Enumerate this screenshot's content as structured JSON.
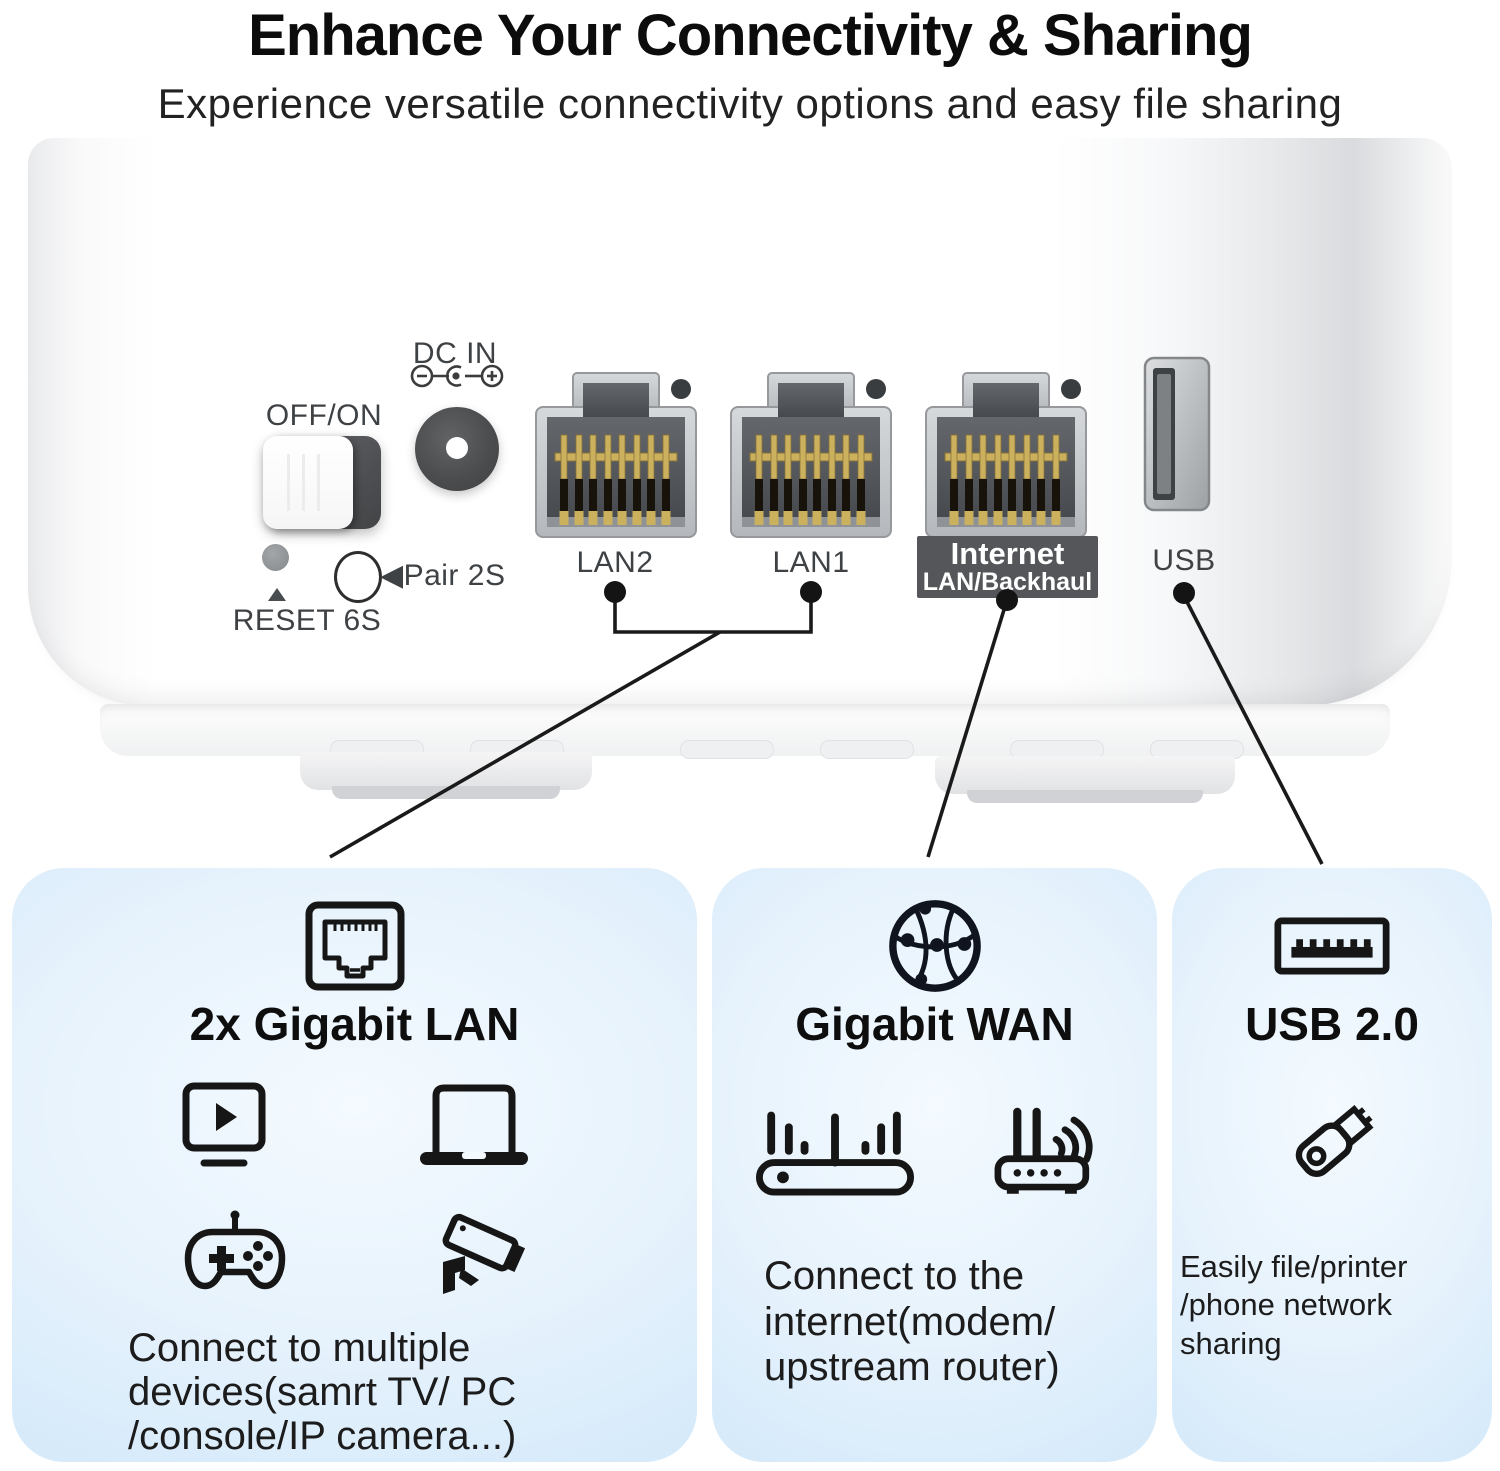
{
  "header": {
    "title": "Enhance Your Connectivity & Sharing",
    "subtitle": "Experience versatile connectivity options and easy file sharing"
  },
  "device_panel": {
    "power_label": "OFF/ON",
    "dc_in_label": "DC IN",
    "reset_label": "RESET 6S",
    "pair_label": "◀Pair 2S",
    "lan2_label": "LAN2",
    "lan1_label": "LAN1",
    "usb_label": "USB",
    "internet_label_line1": "Internet",
    "internet_label_line2": "LAN/Backhaul"
  },
  "cards": [
    {
      "title": "2x Gigabit LAN",
      "main_icon": "ethernet-port-icon",
      "device_icons": [
        "smart-tv-icon",
        "laptop-icon",
        "game-controller-icon",
        "ip-camera-icon"
      ],
      "description": "Connect to multiple\ndevices(samrt TV/ PC\n/console/IP camera...)"
    },
    {
      "title": "Gigabit WAN",
      "main_icon": "globe-network-icon",
      "device_icons": [
        "modem-icon",
        "wireless-router-icon"
      ],
      "description": "Connect to the\ninternet(modem/\nupstream router)"
    },
    {
      "title": "USB 2.0",
      "main_icon": "usb-port-icon",
      "device_icons": [
        "usb-flash-drive-icon"
      ],
      "description": "Easily file/printer\n/phone network\nsharing"
    }
  ],
  "colors": {
    "card_blue": "#cfe7fa",
    "internet_label_bg": "#545659",
    "pin_gold": "#cbb05e",
    "callout_line": "#1a1a1a"
  }
}
